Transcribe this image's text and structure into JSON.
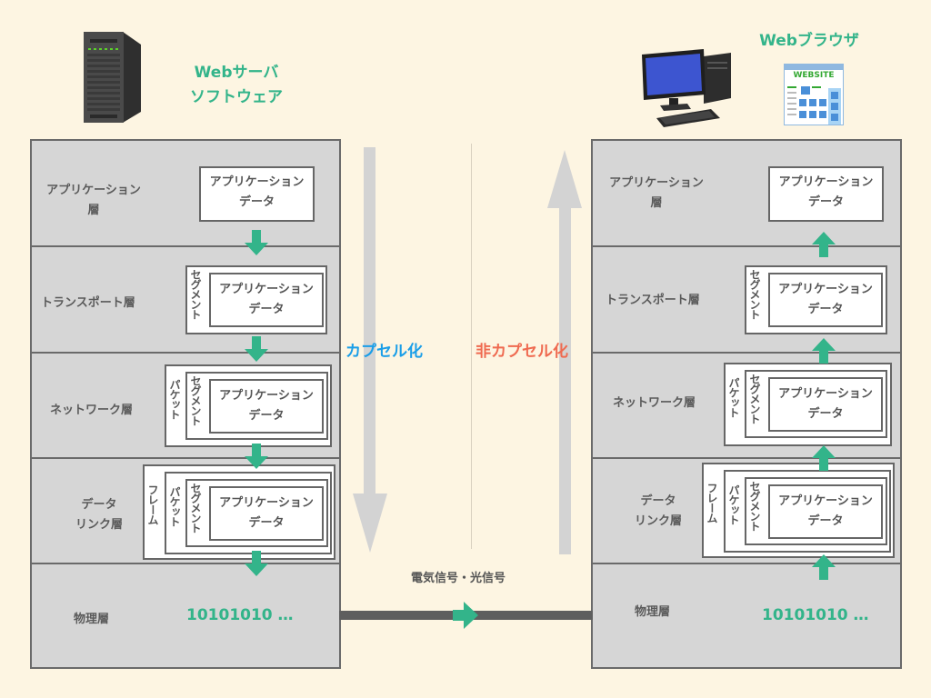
{
  "sender": {
    "title_line1": "Webサーバ",
    "title_line2": "ソフトウェア",
    "icon": "server-tower-icon"
  },
  "receiver": {
    "title": "Webブラウザ",
    "icon": "desktop-computer-icon",
    "browser_icon": "website-window-icon",
    "browser_logo_text": "WEBSITE"
  },
  "layers": [
    {
      "name_line1": "アプリケーション",
      "name_line2": "層"
    },
    {
      "name_line1": "トランスポート層",
      "name_line2": ""
    },
    {
      "name_line1": "ネットワーク層",
      "name_line2": ""
    },
    {
      "name_line1": "データ",
      "name_line2": "リンク層"
    },
    {
      "name_line1": "物理層",
      "name_line2": ""
    }
  ],
  "payload": {
    "line1": "アプリケーション",
    "line2": "データ"
  },
  "headers": {
    "segment": "セグメント",
    "packet": "パケット",
    "frame": "フレーム"
  },
  "physical_bits": "10101010 …",
  "process": {
    "encapsulation": "カプセル化",
    "decapsulation": "非カプセル化"
  },
  "signal_label": "電気信号・光信号",
  "colors": {
    "accent_green": "#33b48a",
    "encapsulation_blue": "#1a9ee8",
    "decapsulation_red": "#ef6a50",
    "layer_gray": "#d6d6d6",
    "background": "#fdf5e2"
  }
}
